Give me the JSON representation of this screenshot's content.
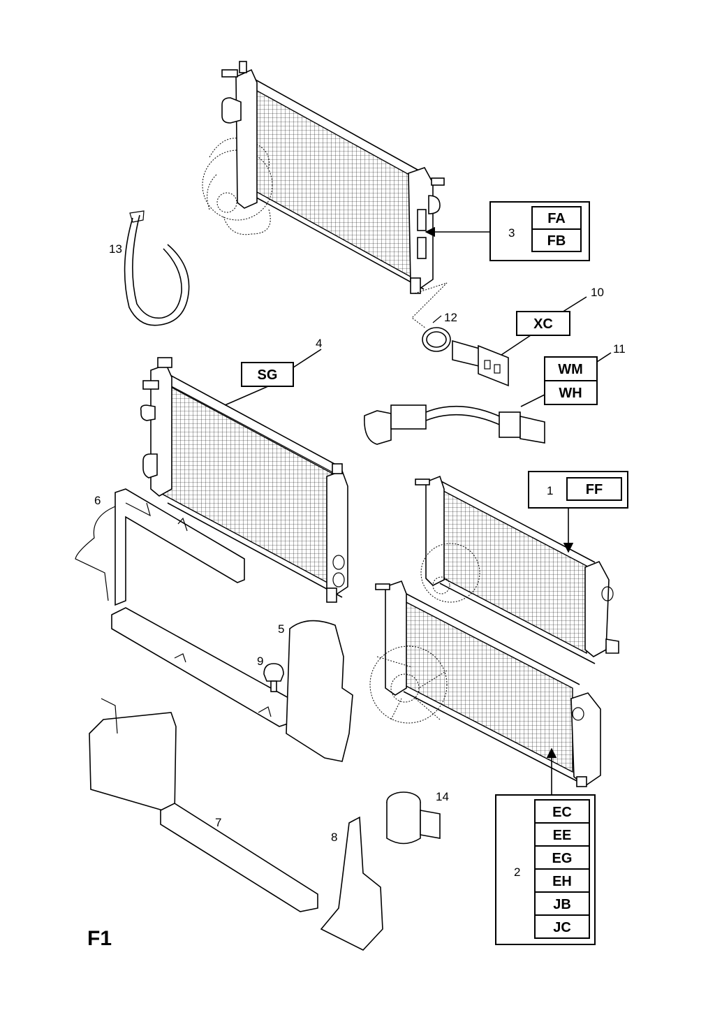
{
  "sheet_id": "F1",
  "callouts": [
    {
      "id": "c1",
      "number": "1",
      "codes": [
        "FF"
      ]
    },
    {
      "id": "c2",
      "number": "2",
      "codes": [
        "EC",
        "EE",
        "EG",
        "EH",
        "JB",
        "JC"
      ]
    },
    {
      "id": "c3",
      "number": "3",
      "codes": [
        "FA",
        "FB"
      ]
    },
    {
      "id": "c4",
      "number": "4",
      "codes": [
        "SG"
      ]
    },
    {
      "id": "c10",
      "number": "10",
      "codes": [
        "XC"
      ]
    },
    {
      "id": "c11",
      "number": "11",
      "codes": [
        "WM",
        "WH"
      ]
    }
  ],
  "labels": {
    "n5": "5",
    "n6": "6",
    "n7": "7",
    "n8": "8",
    "n9": "9",
    "n12": "12",
    "n13": "13",
    "n14": "14"
  }
}
